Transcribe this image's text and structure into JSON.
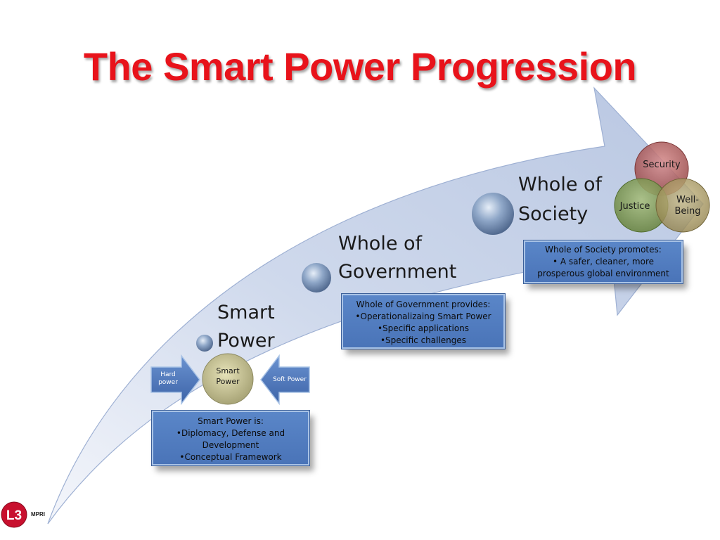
{
  "slide": {
    "title": "The Smart Power Progression"
  },
  "stages": {
    "smart_power": {
      "line1": "Smart",
      "line2": "Power"
    },
    "whole_of_government": {
      "line1": "Whole of",
      "line2": "Government"
    },
    "whole_of_society": {
      "line1": "Whole of",
      "line2": "Society"
    }
  },
  "boxes": {
    "smart_power": {
      "heading": "Smart Power is:",
      "lines": [
        "•Diplomacy, Defense and Development",
        "•Conceptual Framework"
      ]
    },
    "whole_of_government": {
      "heading": "Whole of Government provides:",
      "lines": [
        "•Operationalizaing  Smart Power",
        "•Specific applications",
        "•Specific challenges"
      ]
    },
    "whole_of_society": {
      "heading": "Whole of Society promotes:",
      "lines": [
        "• A safer, cleaner, more prosperous global environment"
      ]
    }
  },
  "hub": {
    "center_label": "Smart Power",
    "left_pointer": "Hard power",
    "right_pointer": "Soft Power"
  },
  "venn": {
    "top": "Security",
    "left": "Justice",
    "right": "Well-Being"
  },
  "logo": {
    "mark": "L3",
    "text": "MPRI"
  },
  "colors": {
    "title": "#e8131b",
    "box_fill": "#5079c0",
    "arrow_fill": "#c9d4ea"
  }
}
